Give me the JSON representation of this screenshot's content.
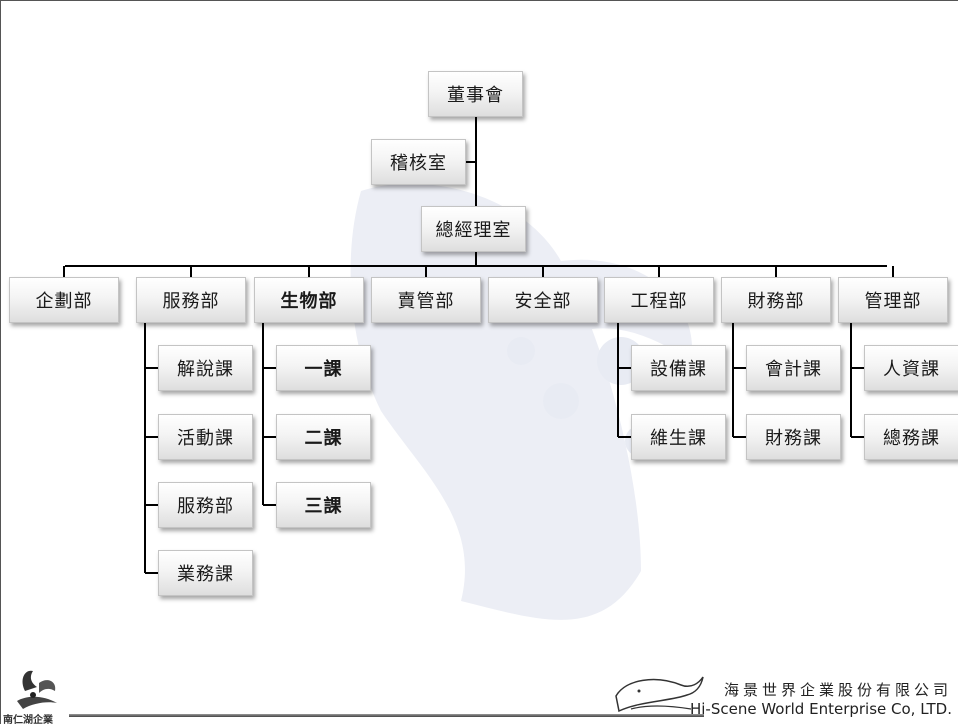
{
  "top": [
    "董事會",
    "稽核室",
    "總經理室"
  ],
  "departments": [
    {
      "label": "企劃部",
      "units": []
    },
    {
      "label": "服務部",
      "units": [
        "解說課",
        "活動課",
        "服務部",
        "業務課"
      ]
    },
    {
      "label": "生物部",
      "units": [
        "一課",
        "二課",
        "三課"
      ]
    },
    {
      "label": "賣管部",
      "units": []
    },
    {
      "label": "安全部",
      "units": []
    },
    {
      "label": "工程部",
      "units": [
        "設備課",
        "維生課"
      ]
    },
    {
      "label": "財務部",
      "units": [
        "會計課",
        "財務課"
      ]
    },
    {
      "label": "管理部",
      "units": [
        "人資課",
        "總務課"
      ]
    }
  ],
  "footer": {
    "left_logo_text": "南仁湖企業",
    "company_zh": "海景世界企業股份有限公司",
    "company_en": "Hi-Scene World Enterprise Co, LTD."
  },
  "colors": {
    "box_border": "#c4c4c4",
    "connector": "#000000",
    "watermark": "#eaecf3"
  }
}
